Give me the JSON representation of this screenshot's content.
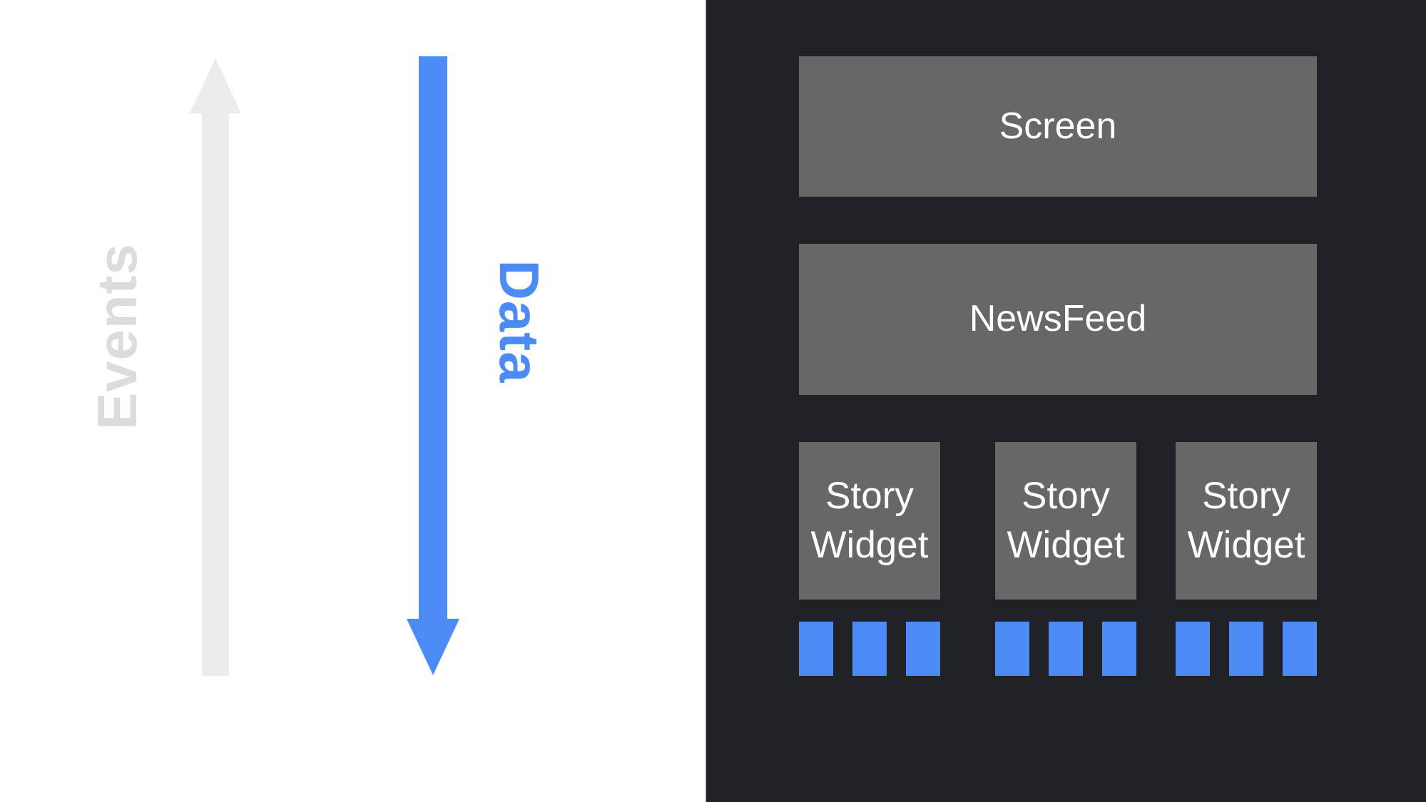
{
  "flow": {
    "events_label": "Events",
    "data_label": "Data"
  },
  "widget_tree": {
    "screen_label": "Screen",
    "newsfeed_label": "NewsFeed",
    "story_widgets": [
      {
        "label": "Story Widget",
        "data_squares": 3
      },
      {
        "label": "Story Widget",
        "data_squares": 3
      },
      {
        "label": "Story Widget",
        "data_squares": 3
      }
    ]
  },
  "colors": {
    "left_background": "#FFFFFF",
    "right_background": "#202125",
    "panel_edge_line": "#D5D1CA",
    "box_gray": "#676767",
    "box_text": "#FFFFFF",
    "accent_blue": "#4C8BF5",
    "events_arrow_gray": "#ECECEC",
    "events_text_gray": "#DCDCDC"
  }
}
